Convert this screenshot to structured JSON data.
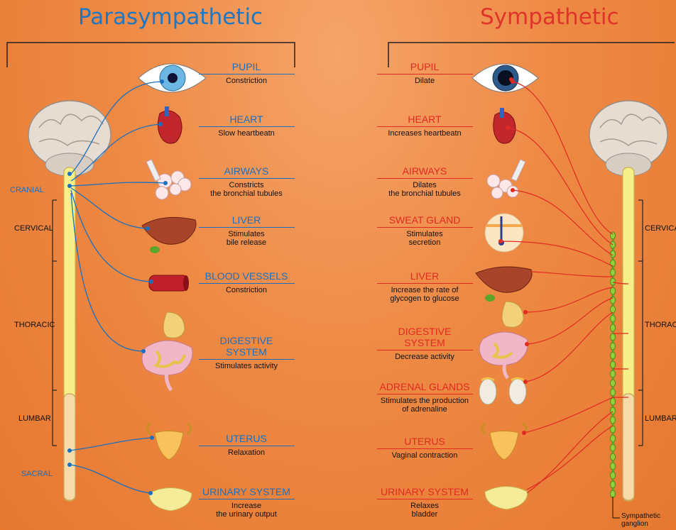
{
  "parasympathetic": {
    "title": "Parasympathetic",
    "segments": [
      "CRANIAL",
      "CERVICAL",
      "THORACIC",
      "LUMBAR",
      "SACRAL"
    ],
    "organs": [
      {
        "name": "PUPIL",
        "desc": "Constriction"
      },
      {
        "name": "HEART",
        "desc": "Slow heartbeatn"
      },
      {
        "name": "AIRWAYS",
        "desc": "Constricts\nthe bronchial tubules"
      },
      {
        "name": "LIVER",
        "desc": "Stimulates\nbile release"
      },
      {
        "name": "BLOOD VESSELS",
        "desc": "Constriction"
      },
      {
        "name": "DIGESTIVE SYSTEM",
        "desc": "Stimulates activity"
      },
      {
        "name": "UTERUS",
        "desc": "Relaxation"
      },
      {
        "name": "URINARY SYSTEM",
        "desc": "Increase\nthe urinary output"
      }
    ]
  },
  "sympathetic": {
    "title": "Sympathetic",
    "segments": [
      "CERVICAL",
      "THORACIC",
      "LUMBAR"
    ],
    "ganglion_label": "Sympathetic\nganglion",
    "organs": [
      {
        "name": "PUPIL",
        "desc": "Dilate"
      },
      {
        "name": "HEART",
        "desc": "Increases heartbeatn"
      },
      {
        "name": "AIRWAYS",
        "desc": "Dilates\nthe bronchial tubules"
      },
      {
        "name": "SWEAT GLAND",
        "desc": "Stimulates\nsecretion"
      },
      {
        "name": "LIVER",
        "desc": "Increase the rate of\nglycogen to glucose"
      },
      {
        "name": "DIGESTIVE SYSTEM",
        "desc": "Decrease activity"
      },
      {
        "name": "ADRENAL GLANDS",
        "desc": "Stimulates the production\nof adrenaline"
      },
      {
        "name": "UTERUS",
        "desc": "Vaginal contraction"
      },
      {
        "name": "URINARY SYSTEM",
        "desc": "Relaxes\nbladder"
      }
    ]
  },
  "colors": {
    "parasympathetic": "#1a6fc0",
    "sympathetic": "#e02a22",
    "spine": "#f7ef8a",
    "ganglion": "#8fd03a"
  }
}
